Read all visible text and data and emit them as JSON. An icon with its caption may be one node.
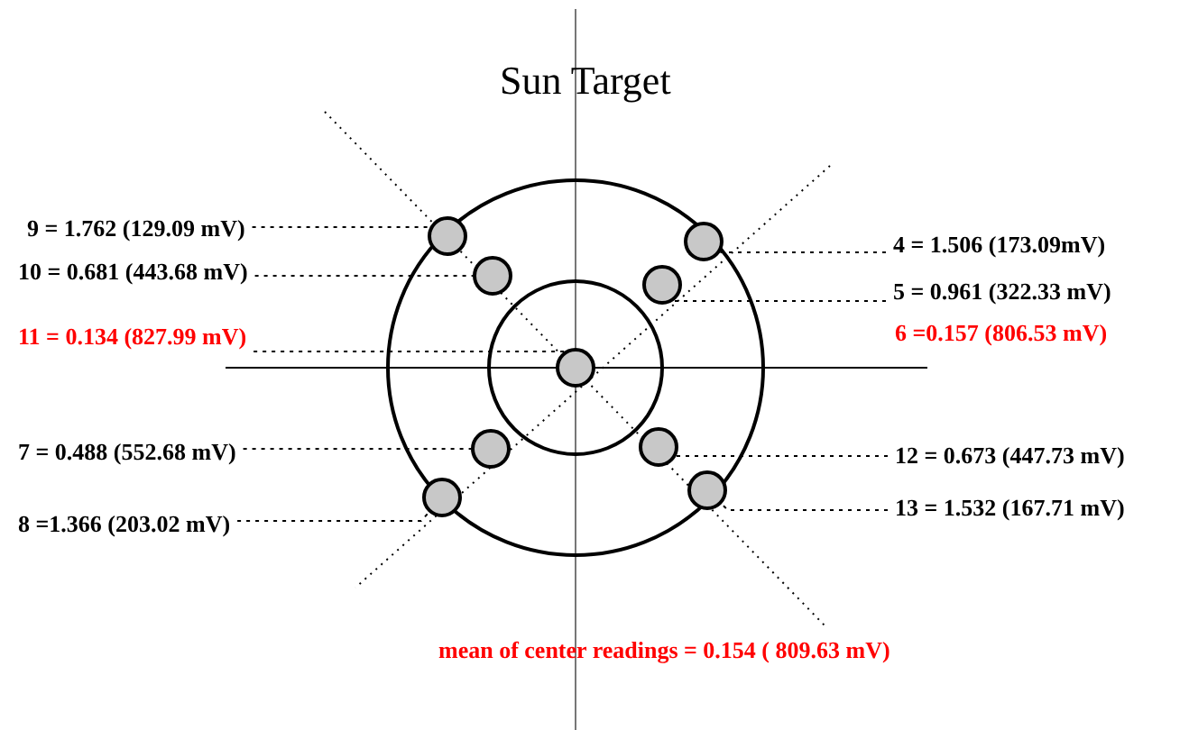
{
  "diagram": {
    "title": "Sun Target",
    "nodes": [
      {
        "text": [
          "9 = 1.762 (129.09 mV)"
        ]
      },
      {
        "text": [
          "10 = 0.681 (443.68 mV)"
        ]
      },
      {
        "text": [
          "11 = 0.134 (827.99 mV)"
        ]
      },
      {
        "text": [
          "4 = 1.506 (173.09mV)"
        ]
      },
      {
        "text": [
          "5 = 0.961 (322.33 mV)"
        ]
      },
      {
        "text": [
          "6 =0.157 (806.53 mV)"
        ]
      },
      {
        "text": [
          "7 = 0.488 (552.68 mV)"
        ]
      },
      {
        "text": [
          "8 =1.366 (203.02 mV)"
        ]
      },
      {
        "text": [
          "12 = 0.673 (447.73 mV)"
        ]
      },
      {
        "text": [
          "13 = 1.532 (167.71 mV)"
        ]
      },
      {
        "text": [],
        "shape": "circle"
      },
      {
        "text": [],
        "shape": "circle"
      },
      {
        "text": [],
        "shape": "circle"
      },
      {
        "text": [],
        "shape": "circle"
      },
      {
        "text": [],
        "shape": "circle"
      },
      {
        "text": [],
        "shape": "circle"
      },
      {
        "text": [],
        "shape": "circle"
      },
      {
        "text": [],
        "shape": "circle"
      },
      {
        "text": [],
        "shape": "circle"
      }
    ],
    "edges": [
      {
        "from": 0,
        "to": 10,
        "arrow": "none"
      },
      {
        "from": 1,
        "to": 12,
        "arrow": "none"
      },
      {
        "from": 2,
        "to": 14,
        "arrow": "none"
      },
      {
        "from": 3,
        "to": 11,
        "arrow": "none"
      },
      {
        "from": 4,
        "to": 13,
        "arrow": "none"
      },
      {
        "from": 6,
        "to": 15,
        "arrow": "none"
      },
      {
        "from": 7,
        "to": 17,
        "arrow": "none"
      },
      {
        "from": 8,
        "to": 16,
        "arrow": "none"
      },
      {
        "from": 9,
        "to": 18,
        "arrow": "none"
      }
    ],
    "labels": [
      "mean of center readings = 0.154 ( 809.63 mV)"
    ]
  }
}
